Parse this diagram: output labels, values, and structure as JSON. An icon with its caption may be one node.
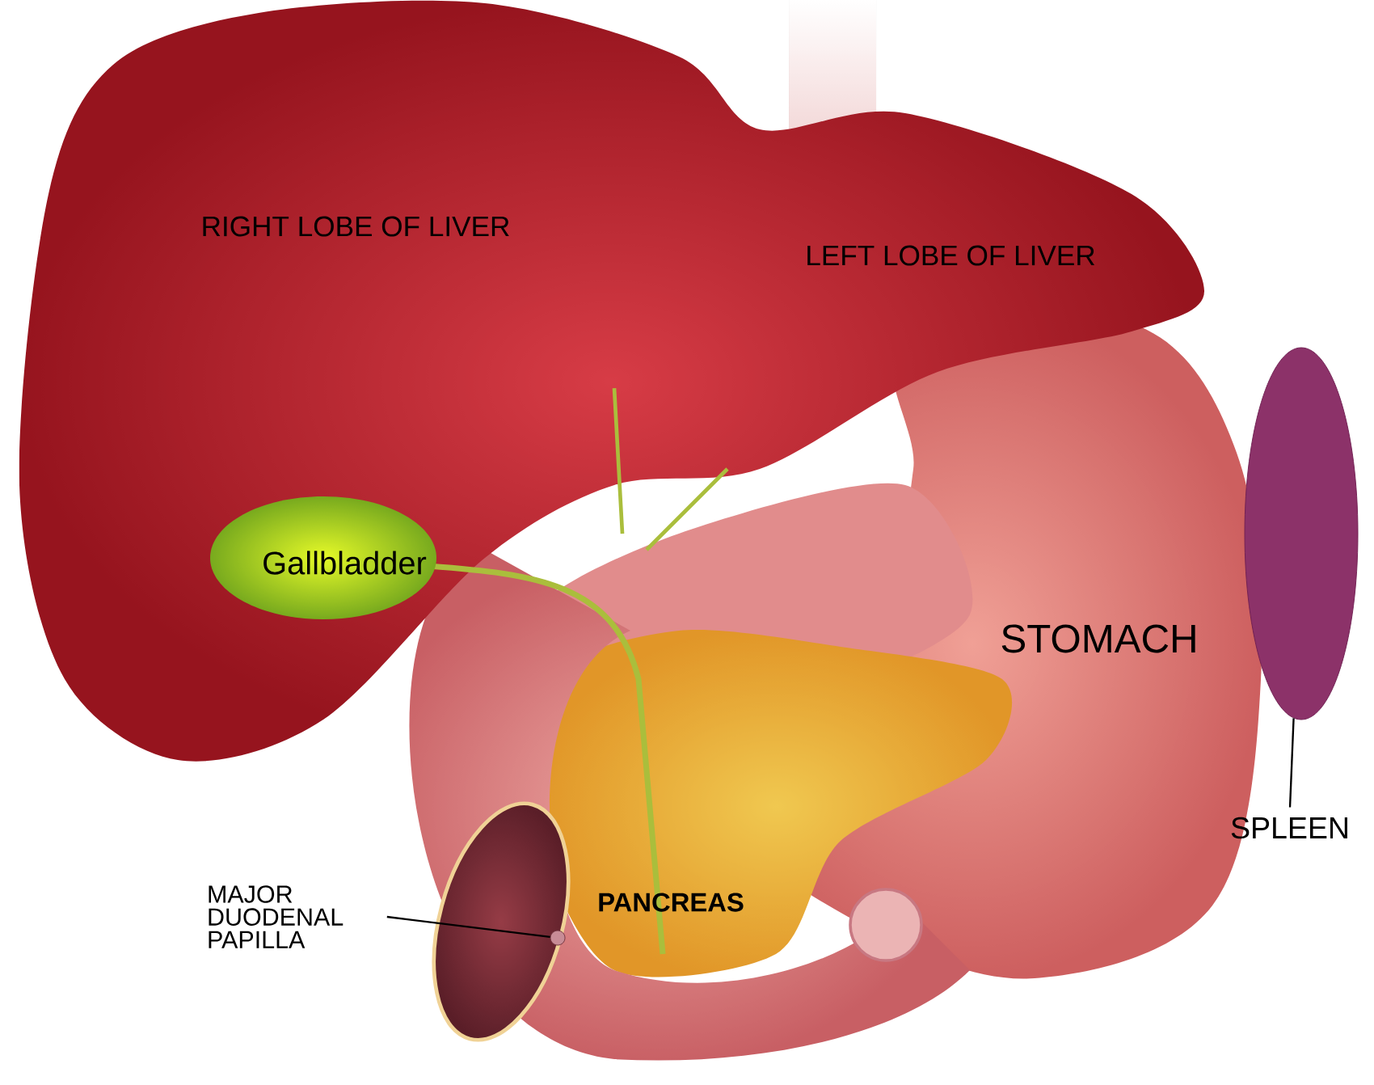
{
  "diagram": {
    "nodes": [
      {
        "text": [],
        "shape": "ellipse"
      },
      {
        "text": [
          "SPLEEN"
        ]
      },
      {
        "text": [
          "MAJOR DUODENAL PAPILLA"
        ]
      },
      {
        "text": [],
        "shape": "circle"
      }
    ],
    "edges": [
      {
        "from": 1,
        "to": 0,
        "arrow": "none"
      },
      {
        "from": 2,
        "to": 3,
        "arrow": "none"
      }
    ],
    "labels": [
      "RIGHT LOBE OF LIVER",
      "LEFT LOBE OF LIVER",
      "Gallbladder",
      "STOMACH",
      "PANCREAS"
    ]
  }
}
